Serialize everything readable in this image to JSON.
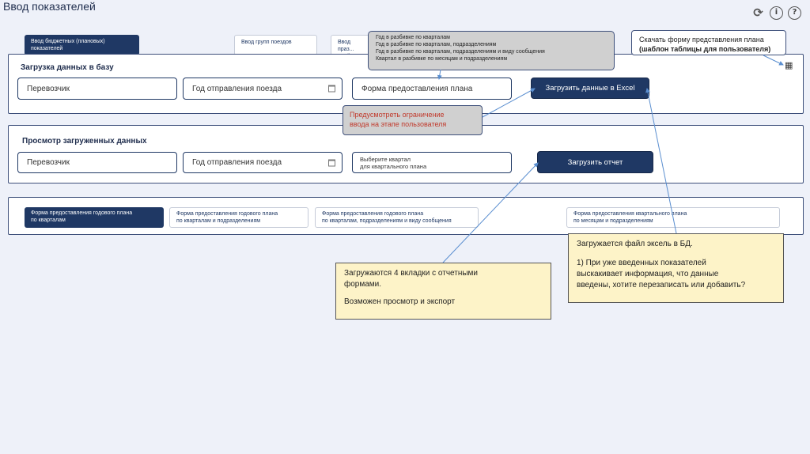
{
  "page": {
    "title": "Ввод показателей"
  },
  "header_icons": {
    "refresh": "refresh-icon",
    "info": "info-icon",
    "help": "help-icon"
  },
  "top_tabs": [
    {
      "label": "Ввод бюджетных (плановых) показателей"
    },
    {
      "label": "Ввод групп поездов"
    },
    {
      "label": "Ввод праз... дней в кал..."
    }
  ],
  "upload_panel": {
    "title": "Загрузка данных в базу",
    "carrier": "Перевозчик",
    "year": "Год отправления поезда",
    "form": "Форма предоставления плана",
    "button": "Загрузить данные в  Excel"
  },
  "view_panel": {
    "title": "Просмотр загруженных данных",
    "carrier": "Перевозчик",
    "year": "Год отправления поезда",
    "quarter_line1": "Выберите квартал",
    "quarter_line2": "для квартального плана",
    "button": "Загрузить отчет"
  },
  "form_tabs": [
    {
      "line1": "Форма предоставления годового плана",
      "line2": "по кварталам"
    },
    {
      "line1": "Форма предоставления годового плана",
      "line2": "по кварталам и подразделениям"
    },
    {
      "line1": "Форма предоставления годового плана",
      "line2": "по кварталам, подразделениям и виду сообщения"
    },
    {
      "line1": "Форма предоставления квартального плана",
      "line2": "по месяцам и подразделениям"
    }
  ],
  "callouts": {
    "options": [
      "Год в разбивке по кварталам",
      "Год в разбивке по кварталам, подразделениям",
      "Год в разбивке по кварталам, подразделениям и виду сообщения",
      "Квартал в разбивке по месяцам и подразделениям"
    ],
    "restriction_line1": "Предусмотреть ограничение",
    "restriction_line2": "ввода на этапе пользователя",
    "download_line1": "Скачать форму представления плана",
    "download_line2": "(шаблон таблицы для пользователя)",
    "tabs_note_line1": "Загружаются 4 вкладки с отчетными",
    "tabs_note_line2": "формами.",
    "tabs_note_line3": "Возможен просмотр и экспорт",
    "excel_note_line1": "Загружается файл эксель в БД.",
    "excel_note_line2": "1) При уже введенных показателей",
    "excel_note_line3": "выскакивает информация, что данные",
    "excel_note_line4": "введены, хотите перезаписать или добавить?"
  },
  "colors": {
    "accent": "#1f3864",
    "callout_yellow": "#fdf3c8",
    "warning_text": "#c0392b"
  }
}
